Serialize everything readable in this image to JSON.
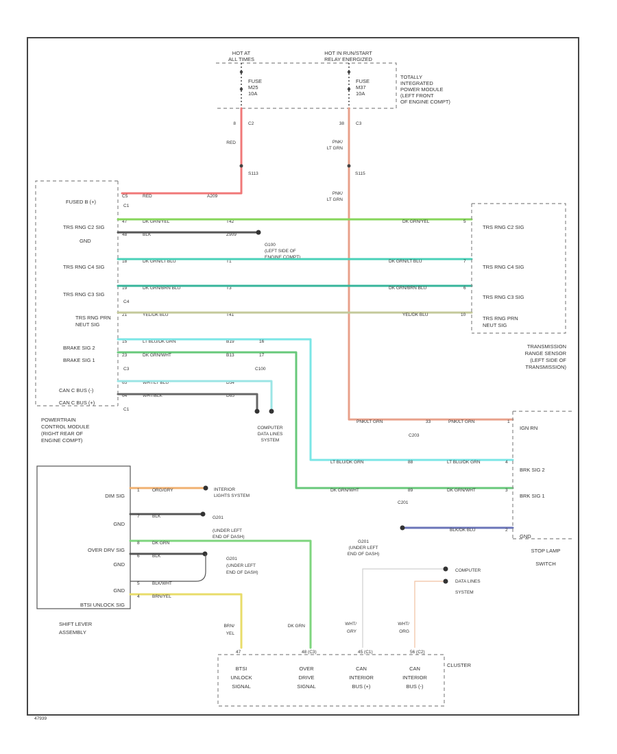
{
  "colors": {
    "red": "#f07878",
    "pink_lt_grn": "#e8a08a",
    "dk_grn_yel": "#86d65a",
    "blk": "#555555",
    "dk_grn_lt_blu": "#49d1b8",
    "dk_grn_brn_blu": "#36b59b",
    "yel_dk_blu": "#c4c89a",
    "lt_blu_dk_grn": "#7be6e6",
    "dk_grn_wht": "#67c87a",
    "wht_lt_blu": "#9be5e5",
    "wht_blk": "#666666",
    "pink_lt_grn_r": "#d68a7e",
    "blk_dk_blu": "#6a74b8",
    "orange": "#f0b070",
    "dk_grn": "#7ed57e",
    "brn_yel": "#e8dc6a",
    "wht_gry": "#cfcfcf",
    "wht_org": "#f0c0a0",
    "frame": "#444444"
  },
  "labels": {
    "hot_at_all_times": [
      "HOT AT",
      "ALL TIMES"
    ],
    "hot_run_start": [
      "HOT IN RUN/START",
      "RELAY ENERGIZED"
    ],
    "fuse_left": [
      "FUSE",
      "M25",
      "10A"
    ],
    "fuse_right": [
      "FUSE",
      "M37",
      "10A"
    ],
    "tipm": [
      "TOTALLY",
      "INTEGRATED",
      "POWER MODULE",
      "(LEFT FRONT",
      "OF ENGINE COMPT)"
    ],
    "c2_left_pin": "8",
    "c2_left_conn": "C2",
    "c3_right_pin": "38",
    "c3_right_conn": "C3",
    "wire_red": "RED",
    "wire_pink_lt_grn": [
      "PNK/",
      "LT GRN"
    ],
    "splice_s113": "S113",
    "splice_s115": "S115",
    "pcm_title": [
      "POWERTRAIN",
      "CONTROL MODULE",
      "(RIGHT REAR OF",
      "ENGINE COMPT)"
    ],
    "pcm_rows": [
      {
        "label": "FUSED B (+)",
        "pin": "C5",
        "color": "RED",
        "circuit": "A209"
      },
      {
        "label": "TRS RNG C2 SIG",
        "pin": "47",
        "color": "DK GRN/YEL",
        "circuit": "T42"
      },
      {
        "label": "GND",
        "pin": "48",
        "color": "BLK",
        "circuit": "Z909"
      },
      {
        "label": "TRS RNG C4 SIG",
        "pin": "18",
        "color": "DK GRN/LT BLU",
        "circuit": "T1"
      },
      {
        "label": "TRS RNG C3 SIG",
        "pin": "19",
        "color": "DK GRN/BRN BLU",
        "circuit": "T3"
      },
      {
        "label": "TRS RNG PRN NEUT SIG",
        "pin": "21",
        "color": "YEL/DK BLU",
        "circuit": "T41"
      },
      {
        "label": "BRAKE SIG 2",
        "pin": "15",
        "color": "LT BLU/DK GRN",
        "circuit": "B19"
      },
      {
        "label": "BRAKE SIG 1",
        "pin": "23",
        "color": "DK GRN/WHT",
        "circuit": "B13"
      },
      {
        "label": "CAN C BUS (-)",
        "pin": "65",
        "color": "WHT/LT BLU",
        "circuit": "D54"
      },
      {
        "label": "CAN C BUS (+)",
        "pin": "64",
        "color": "WHT/BLK",
        "circuit": "D65"
      }
    ],
    "pcm_conn_c1": "C1",
    "pcm_conn_c4": "C4",
    "pcm_conn_c3": "C3",
    "pcm_conn_c1b": "C1",
    "gnd_g100": [
      "G100",
      "(LEFT SIDE OF",
      "ENGINE COMPT)"
    ],
    "c100": "C100",
    "c100_pin_b19": "16",
    "c100_pin_b13": "17",
    "cdl_top": [
      "COMPUTER",
      "DATA LINES",
      "SYSTEM"
    ],
    "trs_rows": [
      {
        "label": "TRS RNG C2 SIG",
        "pin": "5",
        "color": "DK GRN/YEL"
      },
      {
        "label": "TRS RNG C4 SIG",
        "pin": "7",
        "color": "DK GRN/LT BLU"
      },
      {
        "label": "TRS RNG C3 SIG",
        "pin": "6",
        "color": "DK GRN/BRN BLU"
      },
      {
        "label": "TRS RNG PRN NEUT SIG",
        "pin": "10",
        "color": "YEL/DK BLU"
      }
    ],
    "trs_title": [
      "TRANSMISSION",
      "RANGE SENSOR",
      "(LEFT SIDE OF",
      "TRANSMISSION)"
    ],
    "c203": "C203",
    "c201": "C201",
    "pink_lt_grn_right": "PNK/LT GRN",
    "ign_pin": "1",
    "stop_rows": [
      {
        "label": "IGN RN",
        "pin": "1"
      },
      {
        "label": "BRK SIG 2",
        "pin": "4",
        "color": "LT BLU/DK GRN"
      },
      {
        "label": "BRK SIG 1",
        "pin": "3",
        "color": "DK GRN/WHT"
      },
      {
        "label": "GND",
        "pin": "2",
        "color": "BLK/DK BLU"
      }
    ],
    "c203_pin": "33",
    "c201_pin_a": "88",
    "c201_pin_b": "89",
    "stop_title": [
      "STOP LAMP",
      "SWITCH"
    ],
    "g201_right": [
      "G201",
      "(UNDER LEFT",
      "END OF DASH)"
    ],
    "shift_rows": [
      {
        "label": "DIM SIG",
        "pin": "1",
        "color": "ORG/GRY"
      },
      {
        "label": "GND",
        "pin": "7",
        "color": "BLK"
      },
      {
        "label": "OVER DRV SIG",
        "pin": "8",
        "color": "DK GRN"
      },
      {
        "label": "GND",
        "pin": "6",
        "color": "BLK"
      },
      {
        "label": "GND",
        "pin": "5",
        "color": "BLK/WHT"
      },
      {
        "label": "BTSI UNLOCK SIG",
        "pin": "4",
        "color": "BRN/YEL"
      }
    ],
    "interior_lights": [
      "INTERIOR",
      "LIGHTS SYSTEM"
    ],
    "g201_left": [
      "G201",
      "(UNDER LEFT",
      "END OF DASH)"
    ],
    "g201_left2": [
      "G201",
      "(UNDER LEFT",
      "END OF DASH)"
    ],
    "shift_title": [
      "SHIFT LEVER",
      "ASSEMBLY"
    ],
    "cdl_bottom": [
      "COMPUTER",
      "DATA LINES",
      "SYSTEM"
    ],
    "cluster_wires": [
      {
        "color": [
          "BRN/",
          "YEL"
        ],
        "pin": "47"
      },
      {
        "color": [
          "DK GRN"
        ],
        "pin": "48 (C3)"
      },
      {
        "color": [
          "WHT/",
          "GRY"
        ],
        "pin": "45 (C1)"
      },
      {
        "color": [
          "WHT/",
          "ORG"
        ],
        "pin": "56 (C2)"
      }
    ],
    "cluster_cells": [
      [
        "BTSI",
        "UNLOCK",
        "SIGNAL"
      ],
      [
        "OVER",
        "DRIVE",
        "SIGNAL"
      ],
      [
        "CAN",
        "INTERIOR",
        "BUS (+)"
      ],
      [
        "CAN",
        "INTERIOR",
        "BUS (-)"
      ]
    ],
    "cluster_title": "CLUSTER",
    "figure_id": "47939"
  }
}
